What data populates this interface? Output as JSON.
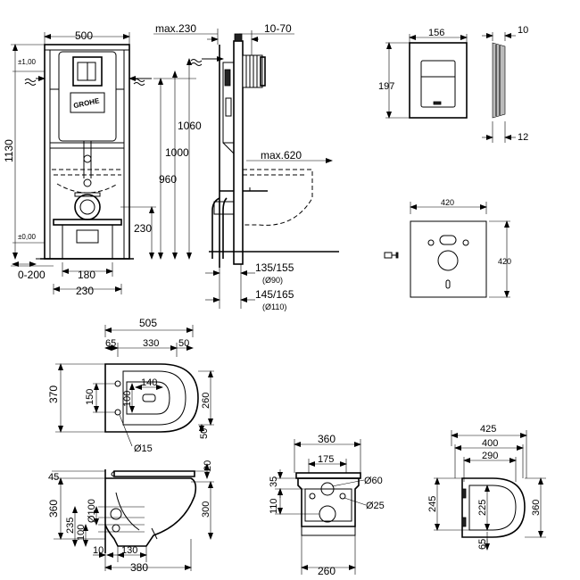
{
  "frame_assembly": {
    "dim_width": "500",
    "dim_depth_max": "max.230",
    "dim_wall_range": "10-70",
    "dim_level_top": "±1,00",
    "dim_level_floor": "±0,00",
    "dim_total_height": "1130",
    "dim_1060": "1060",
    "dim_1000": "1000",
    "dim_960": "960",
    "dim_230_drain": "230",
    "dim_0_200": "0-200",
    "dim_180": "180",
    "dim_230_bottom": "230",
    "dim_max620": "max.620",
    "dim_135_155": "135/155",
    "dim_d90": "(Ø90)",
    "dim_145_165": "145/165",
    "dim_d110": "(Ø110)",
    "brand_logo": "GROHE"
  },
  "flush_plate": {
    "dim_width": "156",
    "dim_height": "197",
    "dim_depth": "10",
    "dim_thickness": "12"
  },
  "soundproof_pad": {
    "dim_width": "420",
    "dim_height": "420"
  },
  "bowl_top": {
    "dim_505": "505",
    "dim_65": "65",
    "dim_330": "330",
    "dim_50_top": "50",
    "dim_370": "370",
    "dim_150": "150",
    "dim_100": "100",
    "dim_140": "140",
    "dim_260": "260",
    "dim_50_side": "50",
    "dim_hole": "Ø15"
  },
  "bowl_side": {
    "dim_45": "45",
    "dim_20": "20",
    "dim_360": "360",
    "dim_d100": "Ø100",
    "dim_235": "235",
    "dim_100": "100",
    "dim_300": "300",
    "dim_10": "10",
    "dim_130": "130",
    "dim_380": "380"
  },
  "bowl_rear": {
    "dim_360": "360",
    "dim_175": "175",
    "dim_35": "35",
    "dim_d60": "Ø60",
    "dim_110": "110",
    "dim_d25": "Ø25",
    "dim_260": "260"
  },
  "seat": {
    "dim_425": "425",
    "dim_400": "400",
    "dim_290": "290",
    "dim_245": "245",
    "dim_225": "225",
    "dim_360": "360",
    "dim_65": "65"
  }
}
